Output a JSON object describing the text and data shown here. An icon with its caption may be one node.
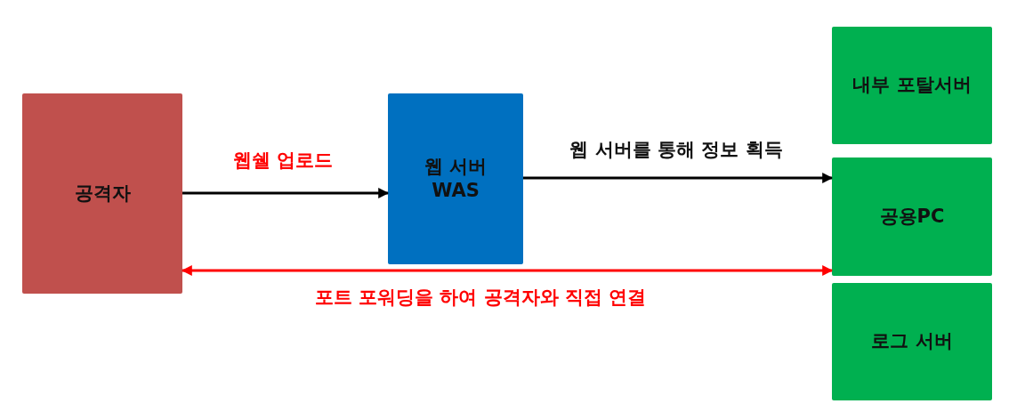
{
  "diagram": {
    "nodes": [
      {
        "text": [
          "공격자"
        ]
      },
      {
        "text": [
          "웹 서버 WAS"
        ]
      },
      {
        "text": [
          "내부 포탈서버"
        ]
      },
      {
        "text": [
          "공용PC"
        ]
      },
      {
        "text": [
          "로그 서버"
        ]
      }
    ],
    "edges": [
      {
        "from": 0,
        "to": 1,
        "arrow": "to",
        "label": "웹쉘 업로드"
      },
      {
        "from": 1,
        "to": 3,
        "arrow": "to",
        "label": "웹 서버를 통해 정보 획득"
      },
      {
        "from": 0,
        "to": 3,
        "arrow": "both",
        "label": "포트 포워딩을 하여 공격자와 직접 연결",
        "color": "#ff0000"
      }
    ]
  }
}
